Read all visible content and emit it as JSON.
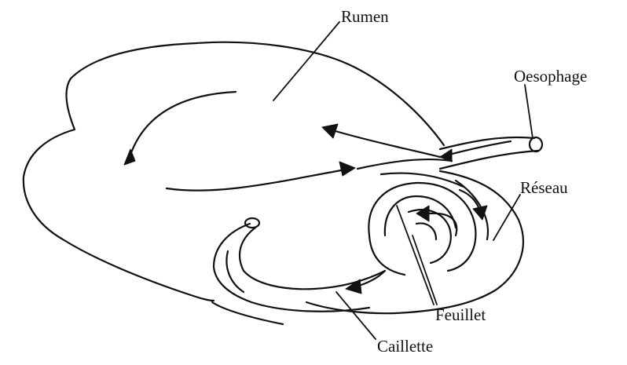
{
  "labels": {
    "rumen": "Rumen",
    "oesophage": "Oesophage",
    "reseau": "Réseau",
    "feuillet": "Feuillet",
    "caillette": "Caillette"
  },
  "colors": {
    "ink": "#111111",
    "background": "#ffffff"
  }
}
